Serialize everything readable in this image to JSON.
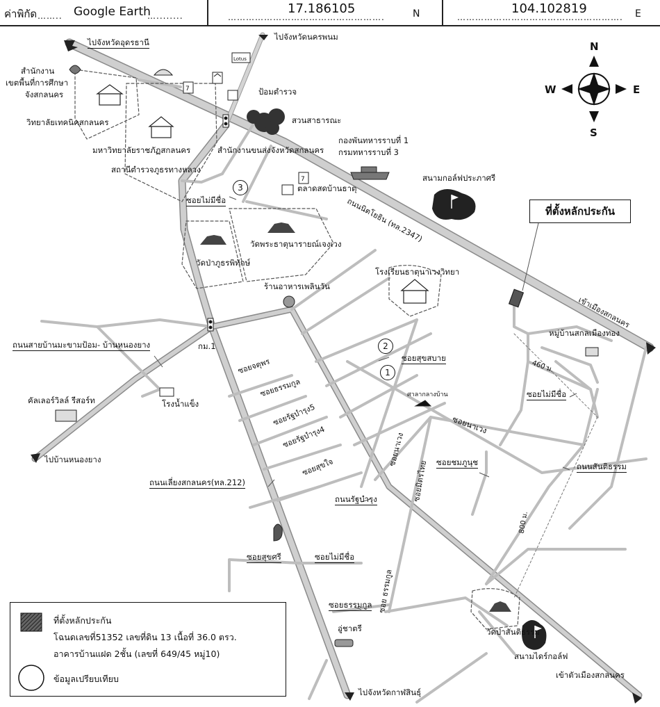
{
  "header": {
    "label": "ค่าพิกัด",
    "source": "Google Earth",
    "latitude": "17.186105",
    "lat_suffix": "N",
    "longitude": "104.102819",
    "lon_suffix": "E"
  },
  "compass": {
    "n": "N",
    "s": "S",
    "e": "E",
    "w": "W"
  },
  "places": {
    "to_udon": "ไปจังหวัดอุดรธานี",
    "to_nakhon_phanom": "ไปจังหวัดนครพนม",
    "edu_office_1": "สำนักงาน",
    "edu_office_2": "เขตพื้นที่การศึกษา",
    "edu_office_3": "จังสกลนคร",
    "tech_college": "วิทยาลัยเทคนิคสกลนคร",
    "rajabhat": "มหาวิทยาลัยราชภัฏสกลนคร",
    "highway_police": "สถานีตำรวจภูธรทางหลวง",
    "police_box": "ป้อมตำรวจ",
    "park": "สวนสาธารณะ",
    "transport_office": "สำนักงานขนส่งจังหวัดสกลนคร",
    "military_1": "กองพันทหารราบที่ 1",
    "military_2": "กรมทหารราบที่ 3",
    "soi_no_name_1": "ซอยไม่มีชื่อ",
    "market": "ตลาดสดบ้านธาตุ",
    "wat_phra_that": "วัดพระธาตุนารายณ์เจงเวง",
    "wat_pa": "วัดป่าภูธรพิทักษ์",
    "golf_prapasri": "สนามกอล์ฟประภาศรี",
    "school": "โรงเรียนธาตุนาเวงวิทยา",
    "restaurant": "ร้านอาหารเพลินวัน",
    "km1": "กม.1",
    "road_ma_kham": "ถนนสายบ้านมะขามป้อม- บ้านหนองยาง",
    "resort": "คัลเลอร์วิลล์ รีสอร์ท",
    "ice_factory": "โรงน้ำแข็ง",
    "to_nong_yang": "ไปบ้านหนองยาง",
    "village": "หมู่บ้านสกลเมืองทอง",
    "soi_suksabai": "ซอยสุขสบาย",
    "sala": "ศาลากลางบ้าน",
    "soi_no_name_2": "ซอยไม่มีชื่อ",
    "road_santitham": "ถนนสันติธรรม",
    "soi_naweng": "ซอยนาเวง",
    "soi_chomphunut": "ซอยชมภูนุช",
    "road_liang": "ถนนเลี่ยงสกลนคร(ทล.212)",
    "road_ratbamrung": "ถนนรัฐบำรุง",
    "soi_suksri": "ซอยสุขศรี",
    "soi_no_name_3": "ซอยไม่มีชื่อ",
    "soi_thammakun": "ซอยธรรมกูล",
    "auto_shop": "อู่ชาตรี",
    "wat_pa_santitham": "วัดป่าสันติธรรม",
    "golf_club": "สนามไดร์กอล์ฟ",
    "to_city": "เข้าตัวเมืองสกลนคร",
    "to_kalasin": "ไปจังหวัดกาฬสินธุ์",
    "collateral": "ที่ตั้งหลักประกัน",
    "dist_460": "460 ม.",
    "dist_800": "800 ม."
  },
  "roads": {
    "nittayo": "ถนนนิตโยธิน (ทล.2347)",
    "to_sakon": "เข้าเมืองสกลนคร",
    "soi_chotiphon": "ซอยจตุพร",
    "soi_thammakun_a": "ซอยธรรมกูล",
    "soi_ratbamrung5": "ซอยรัฐบำรุง5",
    "soi_ratbamrung4": "ซอยรัฐบำรุง4",
    "soi_sukjai": "ซอยสุขใจ",
    "soi_naweng_v": "ซอยนาเวง",
    "soi_mittraphap": "ซอยมิตรไทย",
    "soi_thammakun_b": "ซอย ธรรมกูล"
  },
  "markers": {
    "m1": "1",
    "m2": "2",
    "m3": "3"
  },
  "legend": {
    "title": "ที่ตั้งหลักประกัน",
    "line1": "โฉนดเลขที่51352 เลขที่ดิน 13 เนื้อที่ 36.0 ตรว.",
    "line2": "อาคารบ้านแฝด 2ชั้น (เลขที่ 649/45 หมู่10)",
    "compare": "ข้อมูลเปรียบเทียบ"
  },
  "colors": {
    "road": "#c9c9c9",
    "road_edge": "#8a8a8a",
    "ink": "#111111"
  }
}
